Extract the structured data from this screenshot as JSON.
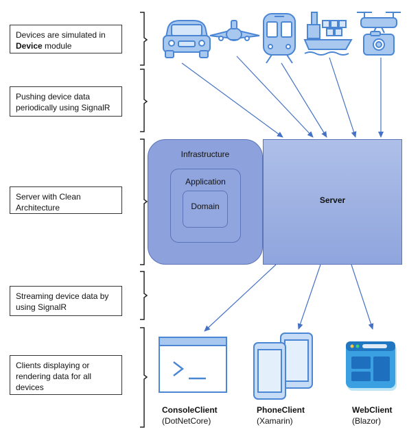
{
  "left_labels": {
    "devices_prefix": "Devices are simulated in",
    "devices_bold": "Device",
    "devices_suffix": "module",
    "pushing": "Pushing device data periodically using SignalR",
    "server": "Server with Clean Architecture",
    "streaming": "Streaming device data by using SignalR",
    "clients": "Clients displaying or rendering data for all devices"
  },
  "architecture": {
    "infrastructure": "Infrastructure",
    "application": "Application",
    "domain": "Domain",
    "server": "Server"
  },
  "clients": [
    {
      "name": "ConsoleClient",
      "tech": "(DotNetCore)"
    },
    {
      "name": "PhoneClient",
      "tech": "(Xamarin)"
    },
    {
      "name": "WebClient",
      "tech": "(Blazor)"
    }
  ],
  "device_icons": [
    "car-icon",
    "airplane-icon",
    "train-icon",
    "ship-icon",
    "drone-icon"
  ],
  "colors": {
    "accent": "#4472c4",
    "icon_fill": "#a8c8f0",
    "icon_stroke": "#4a86d4"
  }
}
